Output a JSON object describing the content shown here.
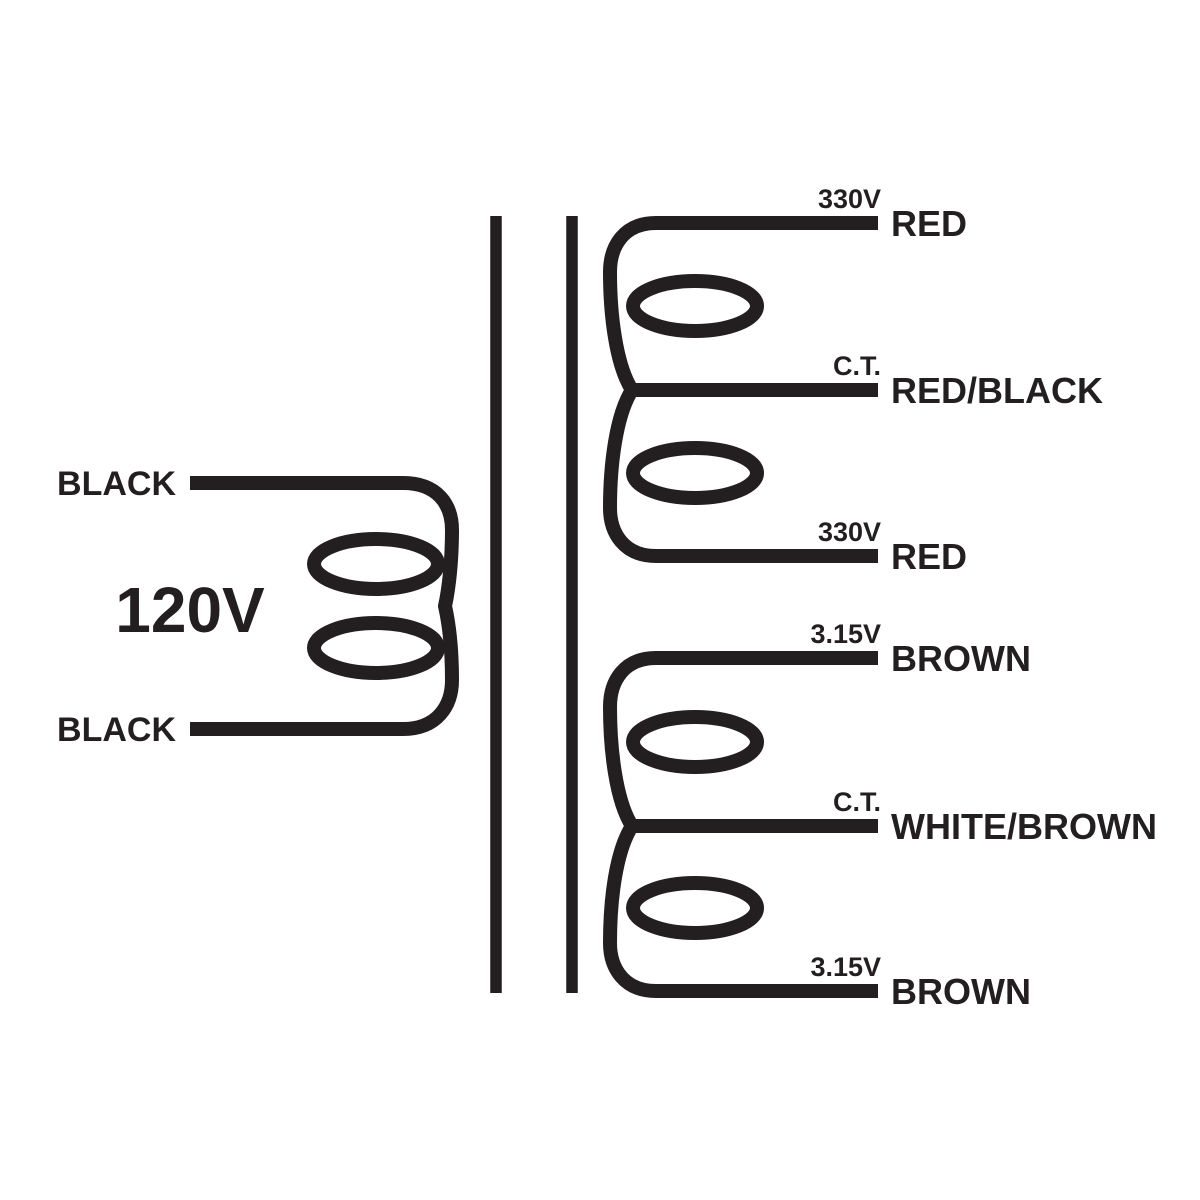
{
  "colors": {
    "ink": "#231f20",
    "background": "#ffffff"
  },
  "primary": {
    "voltage": "120V",
    "lead_top": "BLACK",
    "lead_bottom": "BLACK"
  },
  "secondary_hv": {
    "leads": [
      {
        "tap": "330V",
        "wire": "RED"
      },
      {
        "tap": "C.T.",
        "wire": "RED/BLACK"
      },
      {
        "tap": "330V",
        "wire": "RED"
      }
    ]
  },
  "secondary_filament": {
    "leads": [
      {
        "tap": "3.15V",
        "wire": "BROWN"
      },
      {
        "tap": "C.T.",
        "wire": "WHITE/BROWN"
      },
      {
        "tap": "3.15V",
        "wire": "BROWN"
      }
    ]
  }
}
